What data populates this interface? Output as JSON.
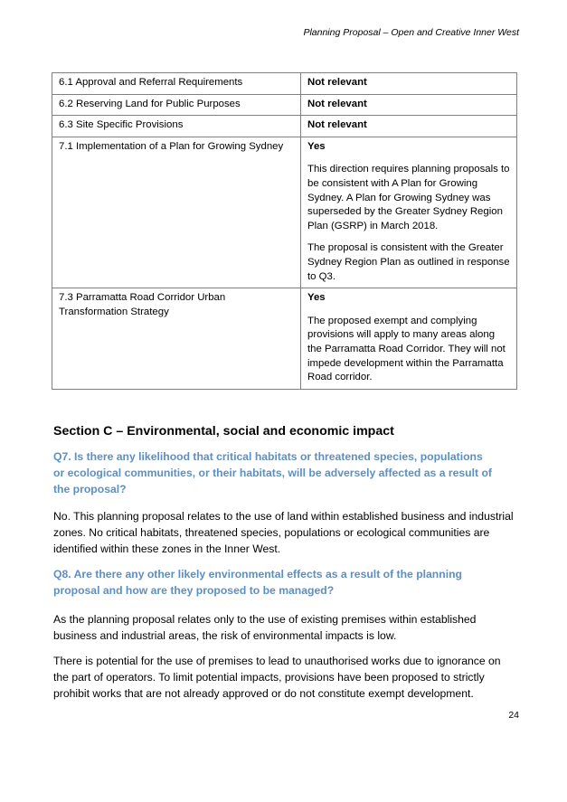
{
  "header": {
    "title": "Planning Proposal – Open and Creative Inner West"
  },
  "table": {
    "rows": [
      {
        "direction": "6.1 Approval and Referral Requirements",
        "status": "Not relevant",
        "paras": []
      },
      {
        "direction": "6.2 Reserving Land for Public Purposes",
        "status": "Not relevant",
        "paras": []
      },
      {
        "direction": "6.3 Site Specific Provisions",
        "status": "Not relevant",
        "paras": []
      },
      {
        "direction": "7.1 Implementation of a Plan for Growing Sydney",
        "status": "Yes",
        "paras": [
          "This direction requires planning proposals to be consistent with A Plan for Growing Sydney. A Plan for Growing Sydney was superseded by the Greater Sydney Region Plan (GSRP) in March 2018.",
          "The proposal is consistent with the Greater Sydney Region Plan as outlined in response to Q3."
        ]
      },
      {
        "direction": "7.3 Parramatta Road Corridor Urban Transformation Strategy",
        "status": "Yes",
        "paras": [
          "The proposed exempt and complying provisions will apply to many areas along the Parramatta Road Corridor. They will not impede development within the Parramatta Road corridor."
        ]
      }
    ]
  },
  "section_c": {
    "heading": "Section C – Environmental, social and economic impact",
    "q7": "Q7.  Is there any likelihood that critical habitats or threatened species, populations or ecological communities, or their habitats, will be adversely affected as a result of the proposal?",
    "q7_answer": "No. This planning proposal relates to the use of land within established business and industrial zones. No critical habitats, threatened species, populations or ecological communities are identified within these zones in the Inner West.",
    "q8": "Q8. Are there any other likely environmental effects as a result of the planning proposal and how are they proposed to be managed?",
    "q8_answer_1": "As the planning proposal relates only to the use of existing premises within established business and industrial areas, the risk of environmental impacts is low.",
    "q8_answer_2": "There is potential for the use of premises to lead to unauthorised works due to ignorance on the part of operators. To limit potential impacts, provisions have been proposed to strictly prohibit works that are not already approved or do not constitute exempt development."
  },
  "footer": {
    "page_number": "24"
  },
  "colors": {
    "question_blue": "#5b8fc7",
    "table_border": "#7f7f7f"
  }
}
